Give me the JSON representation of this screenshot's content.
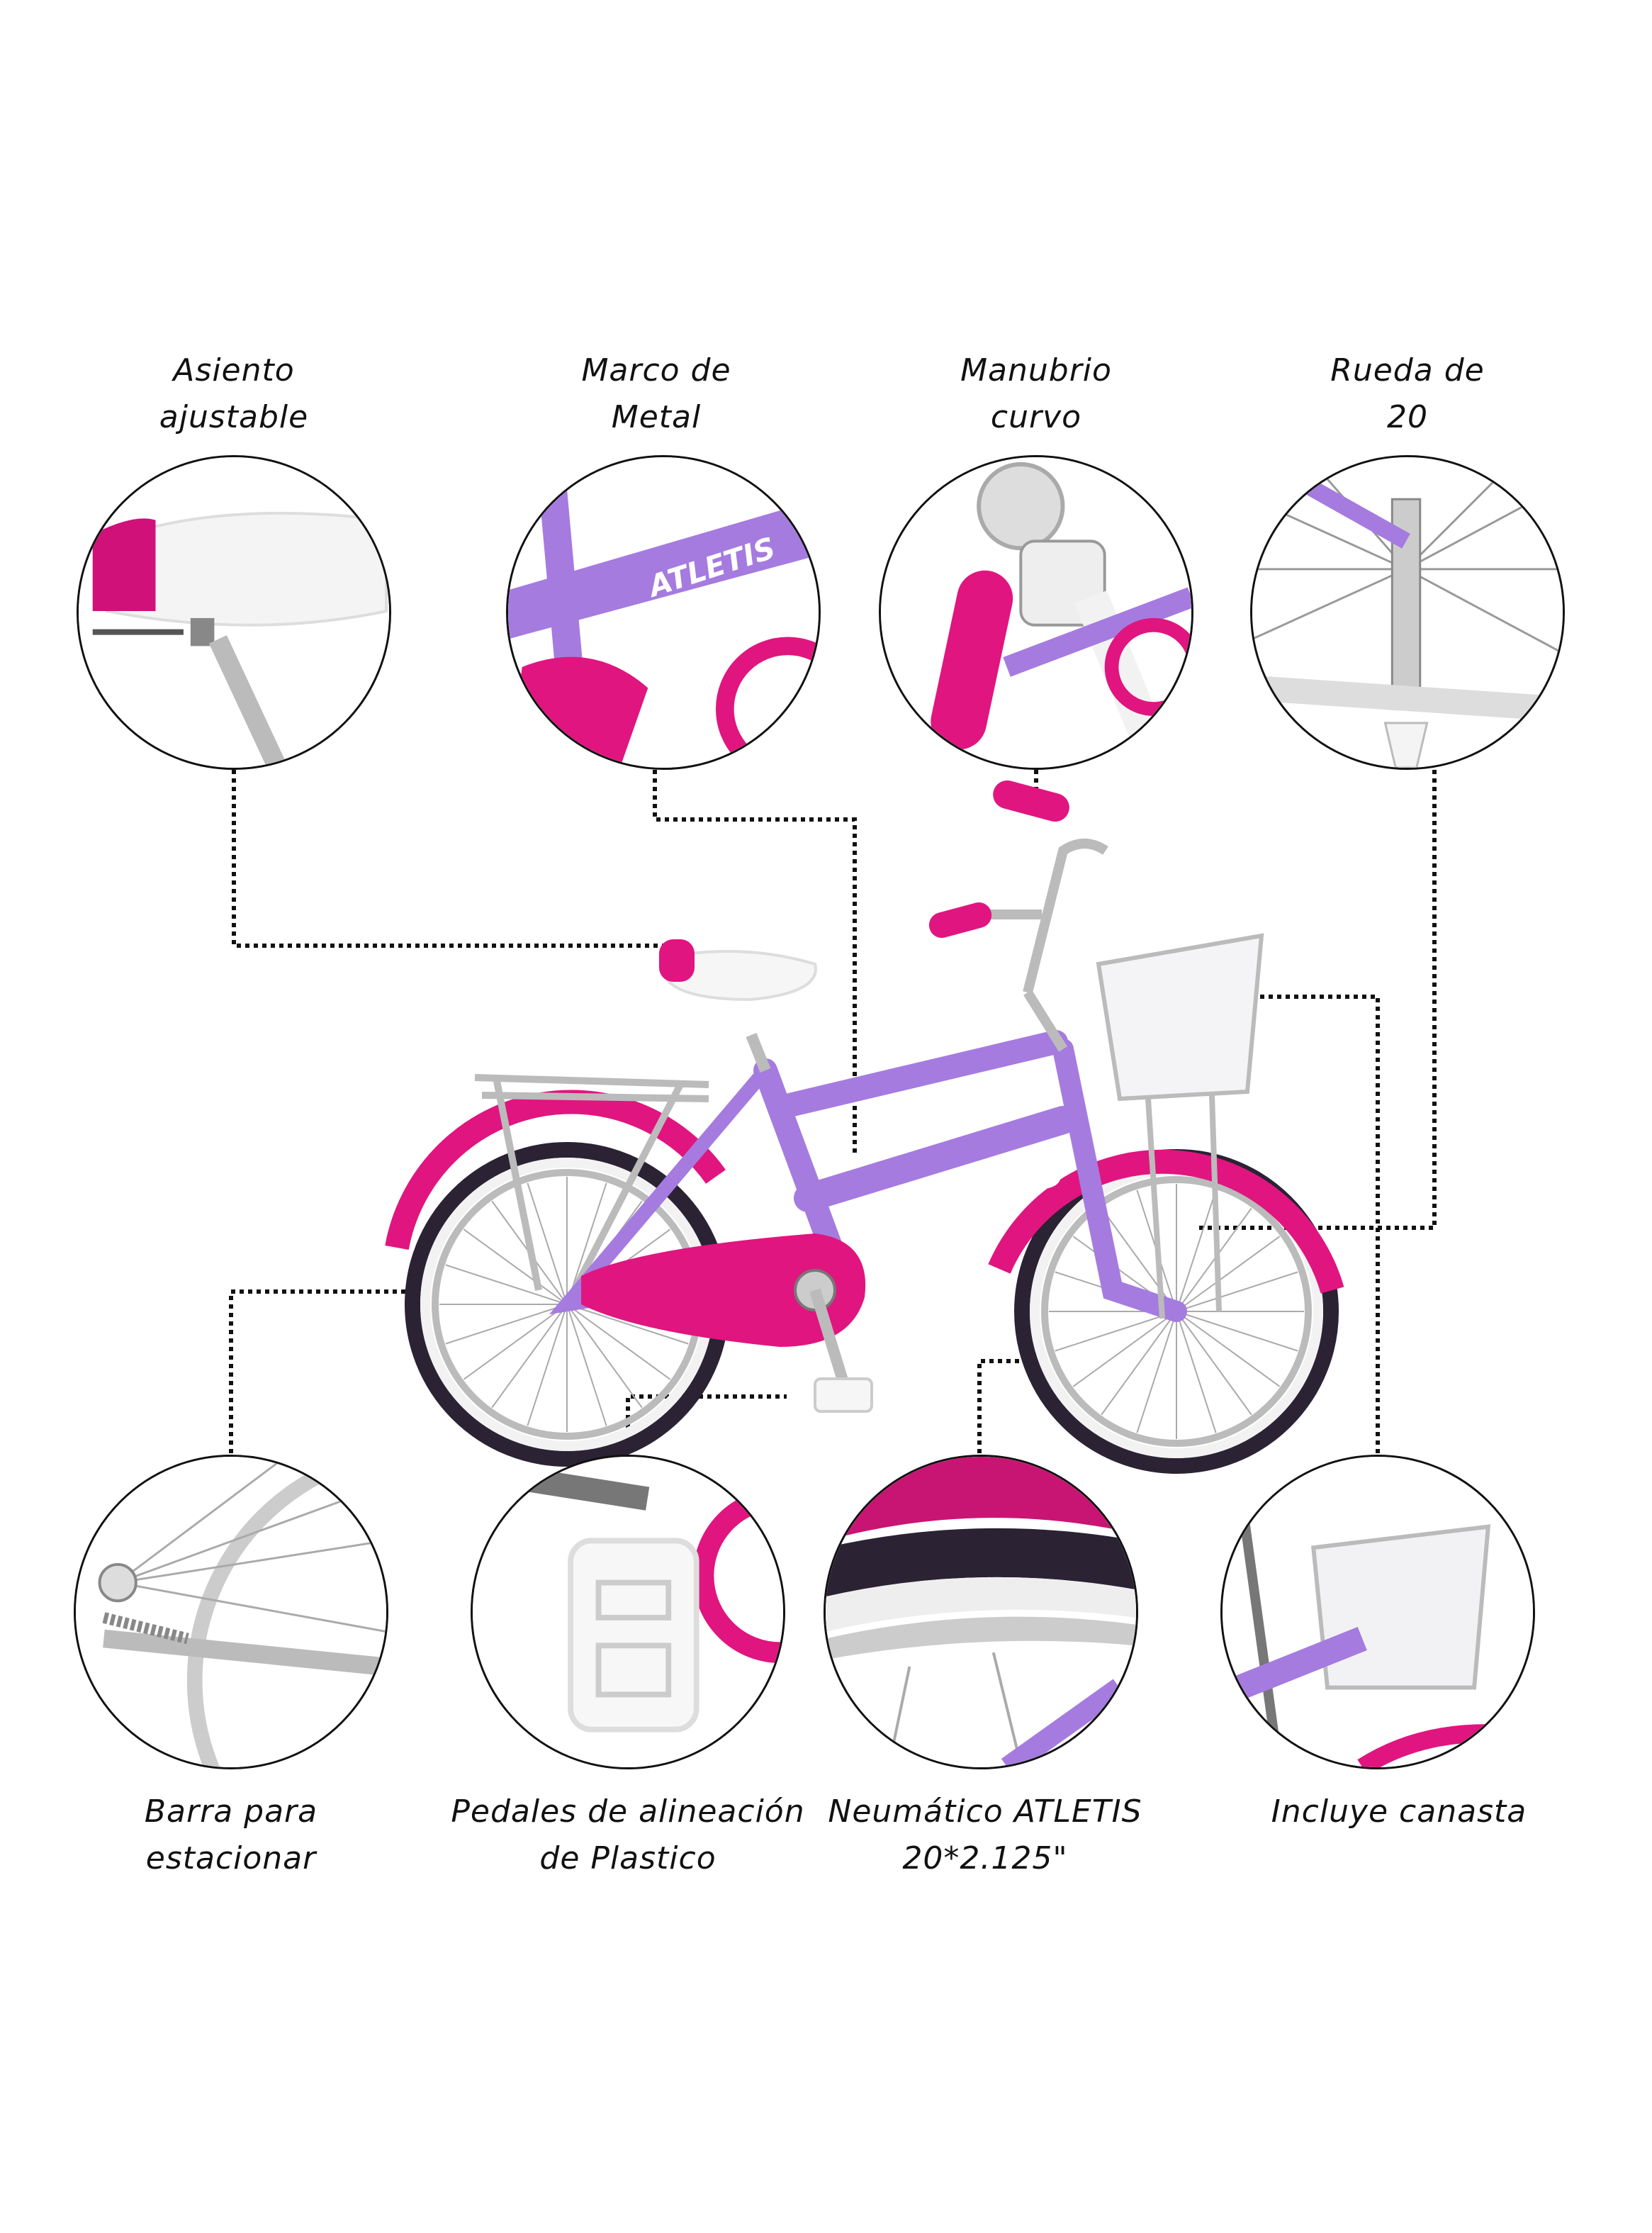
{
  "features_top": [
    {
      "line1": "Asiento",
      "line2": "ajustable"
    },
    {
      "line1": "Marco de",
      "line2": "Metal"
    },
    {
      "line1": "Manubrio",
      "line2": "curvo"
    },
    {
      "line1": "Rueda de",
      "line2": "20"
    }
  ],
  "features_bottom": [
    {
      "line1": "Barra para",
      "line2": "estacionar"
    },
    {
      "line1": "Pedales de alineación",
      "line2": "de Plastico"
    },
    {
      "line1": "Neumático ATLETIS",
      "line2": "20*2.125\""
    },
    {
      "line1": "Incluye canasta",
      "line2": ""
    }
  ],
  "brand": "ATLETIS",
  "colors": {
    "frame": "#a57be0",
    "accent": "#e0157f",
    "tire": "#2b2233",
    "chrome": "#c8c8cc"
  }
}
